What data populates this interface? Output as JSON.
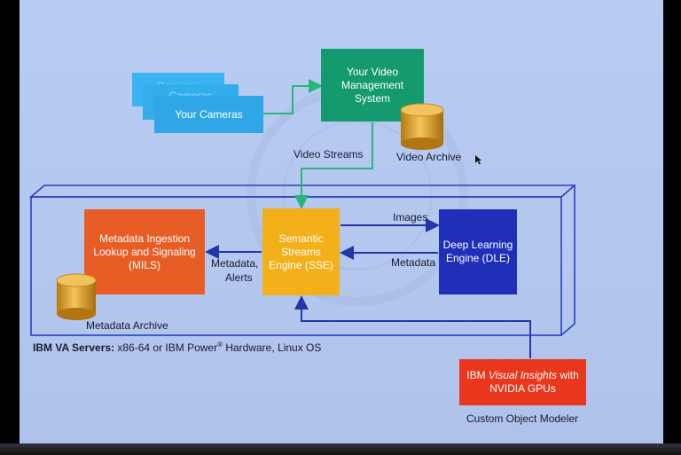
{
  "cameras": {
    "back2_label": "Cameras",
    "back1_label": "Cameras",
    "front_label": "Your Cameras"
  },
  "vms": {
    "label": "Your Video Management System"
  },
  "video_archive": {
    "label": "Video Archive"
  },
  "video_streams": {
    "label": "Video Streams"
  },
  "sse": {
    "label": "Semantic Streams Engine (SSE)"
  },
  "dle": {
    "label": "Deep Learning Engine (DLE)"
  },
  "mils": {
    "label": "Metadata Ingestion Lookup and Signaling (MILS)"
  },
  "metadata_archive": {
    "label": "Metadata Archive"
  },
  "edges": {
    "images": "Images",
    "metadata": "Metadata",
    "metadata_alerts_line1": "Metadata,",
    "metadata_alerts_line2": "Alerts"
  },
  "servers": {
    "bold": "IBM VA Servers:",
    "text_before": " x86-64 or IBM Power",
    "sup": "®",
    "text_after": " Hardware, Linux OS"
  },
  "gpu": {
    "prefix": "IBM ",
    "italic": "Visual Insights",
    "suffix": " with",
    "line2": "NVIDIA GPUs"
  },
  "custom_modeler": {
    "label": "Custom Object Modeler"
  },
  "colors": {
    "background": "#b6caf1",
    "cameras": "#2fa6e6",
    "vms": "#149a6e",
    "sse": "#f3b01b",
    "dle": "#1f2fb8",
    "mils": "#e85d25",
    "gpu": "#e8371d",
    "arrow_green": "#28b77a",
    "arrow_blue": "#2236a8",
    "archive": "#d99a20"
  }
}
